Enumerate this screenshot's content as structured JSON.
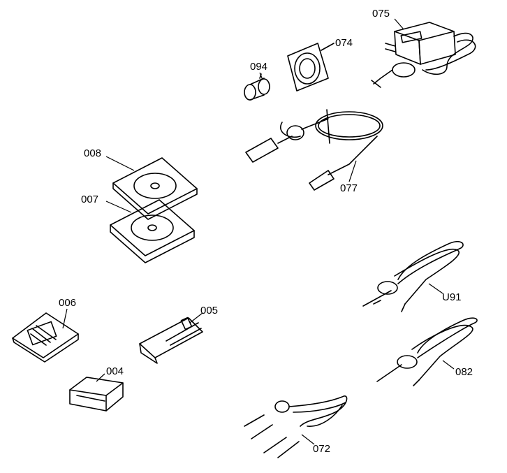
{
  "diagram": {
    "parts": [
      {
        "id": "075",
        "label": "075",
        "icon": "ac-adapter-icon"
      },
      {
        "id": "074",
        "label": "074",
        "icon": "lens-cap-plate-icon"
      },
      {
        "id": "094",
        "label": "094",
        "icon": "ferrite-core-icon"
      },
      {
        "id": "077",
        "label": "077",
        "icon": "usb-cable-icon"
      },
      {
        "id": "008",
        "label": "008",
        "icon": "cd-case-icon"
      },
      {
        "id": "007",
        "label": "007",
        "icon": "cd-case-icon"
      },
      {
        "id": "006",
        "label": "006",
        "icon": "memory-card-icon"
      },
      {
        "id": "005",
        "label": "005",
        "icon": "card-reader-icon"
      },
      {
        "id": "004",
        "label": "004",
        "icon": "battery-icon"
      },
      {
        "id": "u91",
        "label": "U91",
        "icon": "cable-icon"
      },
      {
        "id": "082",
        "label": "082",
        "icon": "cable-icon"
      },
      {
        "id": "072",
        "label": "072",
        "icon": "av-cable-icon"
      }
    ]
  }
}
